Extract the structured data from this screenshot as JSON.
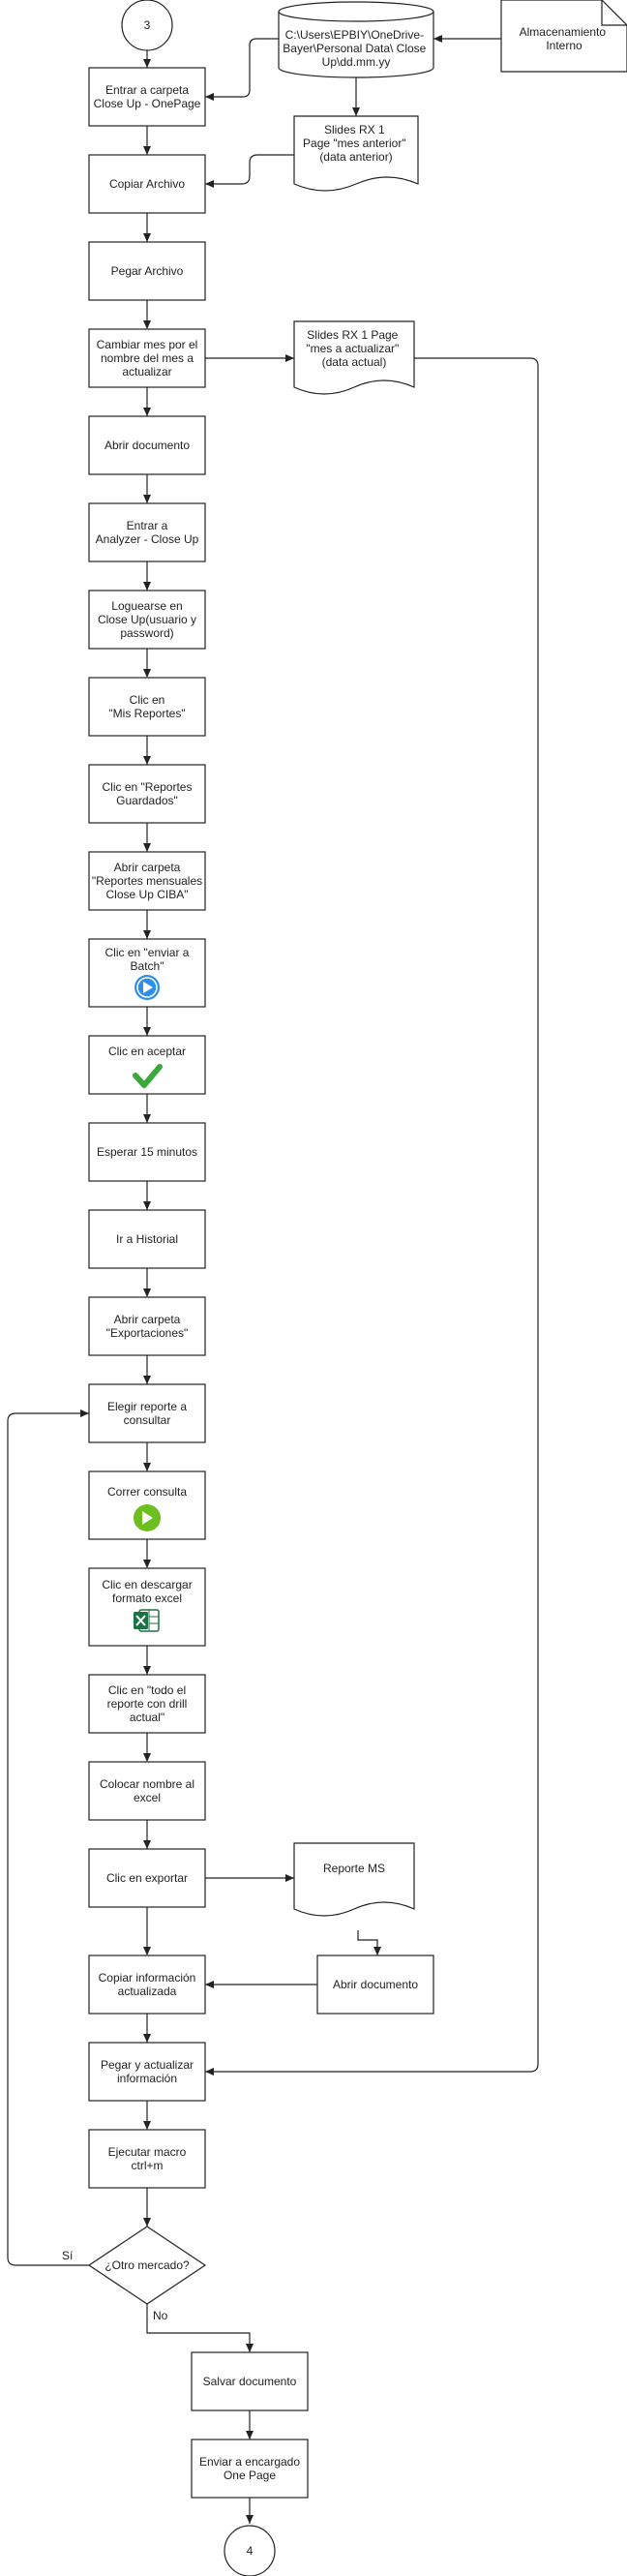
{
  "connector_top": "3",
  "connector_bottom": "4",
  "storage_path": [
    "C:\\Users\\EPBIY\\OneDrive-",
    "Bayer\\Personal Data\\ Close",
    "Up\\dd.mm.yy"
  ],
  "internal_storage": [
    "Almacenamiento",
    "Interno"
  ],
  "doc_prev": [
    "Slides RX 1",
    "Page \"mes anterior\"",
    "(data anterior)"
  ],
  "doc_current": [
    "Slides RX 1 Page",
    "\"mes a actualizar\"",
    "(data actual)"
  ],
  "doc_report": [
    "Reporte MS"
  ],
  "open_doc_right": [
    "Abrir documento"
  ],
  "steps": [
    [
      "Entrar a carpeta",
      "Close Up - OnePage"
    ],
    [
      "Copiar Archivo"
    ],
    [
      "Pegar Archivo"
    ],
    [
      "Cambiar mes por el",
      "nombre del mes a",
      "actualizar"
    ],
    [
      "Abrir documento"
    ],
    [
      "Entrar a",
      "Analyzer - Close Up"
    ],
    [
      "Loguearse en",
      "Close Up(usuario y",
      "password)"
    ],
    [
      "Clic en",
      "\"Mis Reportes\""
    ],
    [
      "Clic en \"Reportes",
      "Guardados\""
    ],
    [
      "Abrir carpeta",
      "\"Reportes mensuales",
      "Close Up CIBA\""
    ],
    [
      "Clic en \"enviar a",
      "Batch\""
    ],
    [
      "Clic en aceptar"
    ],
    [
      "Esperar 15 minutos"
    ],
    [
      "Ir a Historial"
    ],
    [
      "Abrir carpeta",
      "\"Exportaciones\""
    ],
    [
      "Elegir reporte a",
      "consultar"
    ],
    [
      "Correr consulta"
    ],
    [
      "Clic en descargar",
      "formato excel"
    ],
    [
      "Clic en \"todo el",
      "reporte con drill",
      "actual\""
    ],
    [
      "Colocar nombre al",
      "excel"
    ],
    [
      "Clic en exportar"
    ],
    [
      "Copiar información",
      "actualizada"
    ],
    [
      "Pegar y actualizar",
      "información"
    ],
    [
      "Ejecutar macro",
      "ctrl+m"
    ]
  ],
  "decision": [
    "¿Otro mercado?"
  ],
  "yes_label": "Sí",
  "no_label": "No",
  "final_steps": [
    [
      "Salvar documento"
    ],
    [
      "Enviar a encargado",
      "One Page"
    ]
  ],
  "icons": {
    "batch": "play-icon-blue",
    "accept": "checkmark-icon-green",
    "run": "play-icon-green",
    "excel": "excel-icon"
  },
  "colors": {
    "batch_blue": "#2e8ee8",
    "accept_green": "#3aa83a",
    "run_green": "#6cbf1f",
    "excel_green": "#1e7145"
  }
}
